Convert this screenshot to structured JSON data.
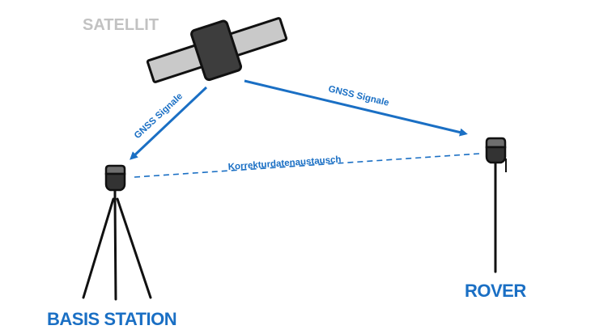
{
  "labels": {
    "satellite": "SATELLIT",
    "signal_left": "GNSS Signale",
    "signal_right": "GNSS Signale",
    "correction": "Korrekturdatenaustausch",
    "base_station": "BASIS STATION",
    "rover": "ROVER"
  },
  "colors": {
    "accent_blue": "#1a6fc4",
    "satellite_label_gray": "#c2c2c2",
    "solar_panel_gray": "#c9c9c9",
    "satellite_body": "#3d3d3d",
    "receiver_top": "#6e6e6e",
    "receiver_bottom": "#333333",
    "outline": "#111111"
  },
  "icons": {
    "satellite": "satellite-icon",
    "base_receiver": "gnss-receiver-icon",
    "tripod": "tripod-icon",
    "rover_receiver": "gnss-receiver-icon",
    "rover_pole": "survey-pole-icon"
  }
}
